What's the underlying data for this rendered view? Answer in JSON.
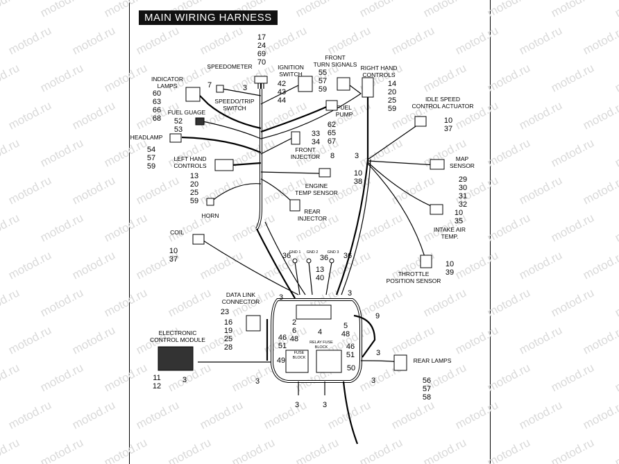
{
  "title": "MAIN WIRING HARNESS",
  "watermark": "motod.ru",
  "labels": [
    {
      "id": "speedometer",
      "lines": [
        "SPEEDOMETER"
      ]
    },
    {
      "id": "indicator",
      "lines": [
        "INDICATOR",
        "LAMPS"
      ]
    },
    {
      "id": "speedo-trip",
      "lines": [
        "SPEEDO/TRIP",
        "SWITCH"
      ]
    },
    {
      "id": "ignition",
      "lines": [
        "IGNITION",
        "SWITCH"
      ]
    },
    {
      "id": "front-turn",
      "lines": [
        "FRONT",
        "TURN SIGNALS"
      ]
    },
    {
      "id": "right-hand",
      "lines": [
        "RIGHT HAND",
        "CONTROLS"
      ]
    },
    {
      "id": "fuel-gauge",
      "lines": [
        "FUEL GUAGE"
      ]
    },
    {
      "id": "fuel-pump",
      "lines": [
        "FUEL",
        "PUMP"
      ]
    },
    {
      "id": "idle-speed",
      "lines": [
        "IDLE SPEED",
        "CONTROL ACTUATOR"
      ]
    },
    {
      "id": "headlamp",
      "lines": [
        "HEADLAMP"
      ]
    },
    {
      "id": "front-injector",
      "lines": [
        "FRONT",
        "INJECTOR"
      ]
    },
    {
      "id": "left-hand",
      "lines": [
        "LEFT HAND",
        "CONTROLS"
      ]
    },
    {
      "id": "engine-temp",
      "lines": [
        "ENGINE",
        "TEMP SENSOR"
      ]
    },
    {
      "id": "map",
      "lines": [
        "MAP",
        "SENSOR"
      ]
    },
    {
      "id": "horn",
      "lines": [
        "HORN"
      ]
    },
    {
      "id": "rear-injector",
      "lines": [
        "REAR",
        "INJECTOR"
      ]
    },
    {
      "id": "intake-air",
      "lines": [
        "INTAKE AIR",
        "TEMP."
      ]
    },
    {
      "id": "coil",
      "lines": [
        "COIL"
      ]
    },
    {
      "id": "throttle",
      "lines": [
        "THROTTLE",
        "POSITION SENSOR"
      ]
    },
    {
      "id": "data-link",
      "lines": [
        "DATA LINK",
        "CONNECTOR"
      ]
    },
    {
      "id": "ecm",
      "lines": [
        "ELECTRONIC",
        "CONTROL MODULE"
      ]
    },
    {
      "id": "rear-lamps",
      "lines": [
        "REAR LAMPS"
      ]
    },
    {
      "id": "gnd1",
      "lines": [
        "GND 1"
      ]
    },
    {
      "id": "gnd2",
      "lines": [
        "GND 2"
      ]
    },
    {
      "id": "gnd3",
      "lines": [
        "GND 3"
      ]
    },
    {
      "id": "fuse-block",
      "lines": [
        "FUSE",
        "BLOCK"
      ]
    },
    {
      "id": "relay-fuse",
      "lines": [
        "RELAY FUSE",
        "BLOCK"
      ]
    }
  ],
  "numbers": [
    {
      "id": "speedometer",
      "values": [
        "17",
        "24",
        "69",
        "70"
      ]
    },
    {
      "id": "indicator",
      "values": [
        "60",
        "63",
        "66",
        "68"
      ]
    },
    {
      "id": "speedo-trip",
      "values": [
        "7"
      ]
    },
    {
      "id": "speedo-branch",
      "values": [
        "3"
      ]
    },
    {
      "id": "ignition",
      "values": [
        "42",
        "43",
        "44"
      ]
    },
    {
      "id": "front-turn",
      "values": [
        "55",
        "57",
        "59"
      ]
    },
    {
      "id": "right-hand",
      "values": [
        "14",
        "20",
        "25",
        "59"
      ]
    },
    {
      "id": "fuel-gauge",
      "values": [
        "52",
        "53"
      ]
    },
    {
      "id": "fuel-pump",
      "values": [
        "62",
        "65",
        "67"
      ]
    },
    {
      "id": "idle-speed",
      "values": [
        "10",
        "37"
      ]
    },
    {
      "id": "headlamp",
      "values": [
        "54",
        "57",
        "59"
      ]
    },
    {
      "id": "front-injector",
      "values": [
        "33",
        "34"
      ]
    },
    {
      "id": "right-branch",
      "values": [
        "3"
      ]
    },
    {
      "id": "left-hand",
      "values": [
        "13",
        "20",
        "25",
        "59"
      ]
    },
    {
      "id": "engine-temp-a",
      "values": [
        "8"
      ]
    },
    {
      "id": "engine-temp-b",
      "values": [
        "10",
        "38"
      ]
    },
    {
      "id": "map",
      "values": [
        "29",
        "30",
        "31",
        "32"
      ]
    },
    {
      "id": "intake-air",
      "values": [
        "10",
        "35"
      ]
    },
    {
      "id": "coil",
      "values": [
        "10",
        "37"
      ]
    },
    {
      "id": "gnd-left",
      "values": [
        "36"
      ]
    },
    {
      "id": "gnd-mid",
      "values": [
        "36"
      ]
    },
    {
      "id": "gnd-right",
      "values": [
        "36"
      ]
    },
    {
      "id": "gnd-center",
      "values": [
        "13",
        "40"
      ]
    },
    {
      "id": "throttle",
      "values": [
        "10",
        "39"
      ]
    },
    {
      "id": "top-left-3",
      "values": [
        "3"
      ]
    },
    {
      "id": "top-right-3",
      "values": [
        "3"
      ]
    },
    {
      "id": "data-link",
      "values": [
        "23"
      ]
    },
    {
      "id": "data-link-b",
      "values": [
        "16",
        "19",
        "25",
        "28"
      ]
    },
    {
      "id": "box-left",
      "values": [
        "2",
        "6",
        "48"
      ]
    },
    {
      "id": "box-center",
      "values": [
        "4"
      ]
    },
    {
      "id": "box-right",
      "values": [
        "5",
        "48"
      ]
    },
    {
      "id": "right-9",
      "values": [
        "9"
      ]
    },
    {
      "id": "fuse-left",
      "values": [
        "46",
        "51"
      ]
    },
    {
      "id": "fuse-right",
      "values": [
        "46",
        "51"
      ]
    },
    {
      "id": "fuse-right-3",
      "values": [
        "3"
      ]
    },
    {
      "id": "ecm-a",
      "values": [
        "11",
        "12"
      ]
    },
    {
      "id": "ecm-b",
      "values": [
        "3"
      ]
    },
    {
      "id": "n49",
      "values": [
        "49"
      ]
    },
    {
      "id": "n50",
      "values": [
        "50"
      ]
    },
    {
      "id": "left-3",
      "values": [
        "3"
      ]
    },
    {
      "id": "right-3",
      "values": [
        "3"
      ]
    },
    {
      "id": "bottom-3a",
      "values": [
        "3"
      ]
    },
    {
      "id": "bottom-3b",
      "values": [
        "3"
      ]
    },
    {
      "id": "rear-lamps",
      "values": [
        "56",
        "57",
        "58"
      ]
    }
  ]
}
